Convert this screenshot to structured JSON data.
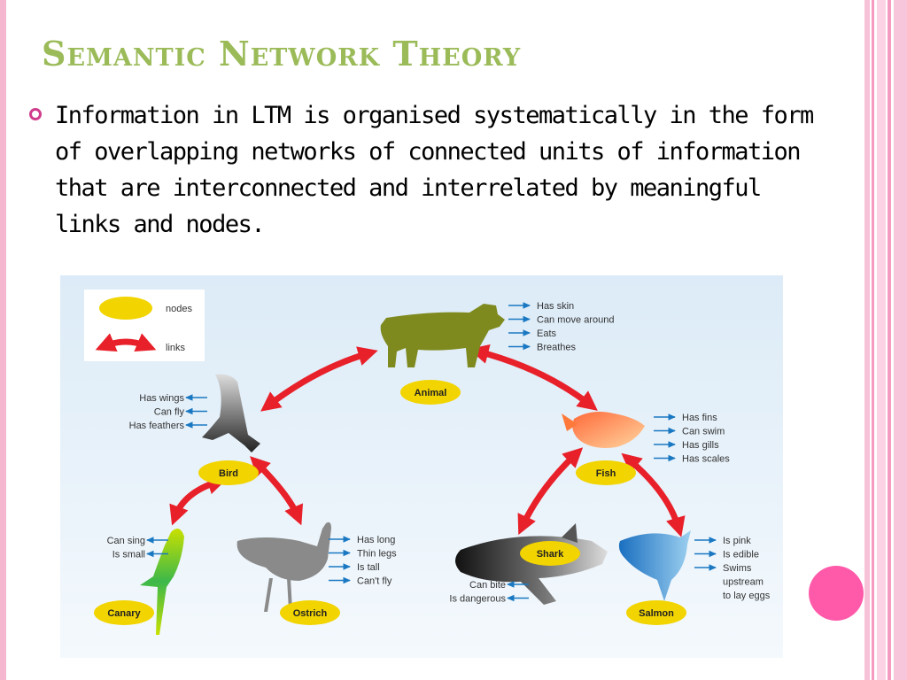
{
  "slide": {
    "title": "Semantic Network Theory",
    "bullet": "Information in LTM is organised systematically in the form of overlapping networks of connected units of information that are interconnected and interrelated by meaningful links and nodes.",
    "accent_colors": {
      "title": "#9bbb59",
      "bullet": "#d03b8c",
      "border": "#f5b6cf",
      "circle": "#ff5aa9"
    }
  },
  "diagram": {
    "legend": {
      "nodes_label": "nodes",
      "links_label": "links"
    },
    "nodes": {
      "animal": "Animal",
      "bird": "Bird",
      "fish": "Fish",
      "canary": "Canary",
      "ostrich": "Ostrich",
      "shark": "Shark",
      "salmon": "Salmon"
    },
    "properties": {
      "animal": [
        "Has skin",
        "Can move around",
        "Eats",
        "Breathes"
      ],
      "bird": [
        "Has wings",
        "Can fly",
        "Has feathers"
      ],
      "fish": [
        "Has fins",
        "Can swim",
        "Has gills",
        "Has scales"
      ],
      "canary": [
        "Can sing",
        "Is small"
      ],
      "ostrich": [
        "Has long",
        "Thin legs",
        "Is tall",
        "Can't fly"
      ],
      "shark": [
        "Can bite",
        "Is dangerous"
      ],
      "salmon": [
        "Is pink",
        "Is edible",
        "Swims",
        "upstream",
        "to lay eggs"
      ]
    },
    "colors": {
      "node_fill": "#f2d400",
      "link": "#e8202a",
      "arrow": "#1a78c2",
      "background": "#e6f2fa"
    }
  }
}
